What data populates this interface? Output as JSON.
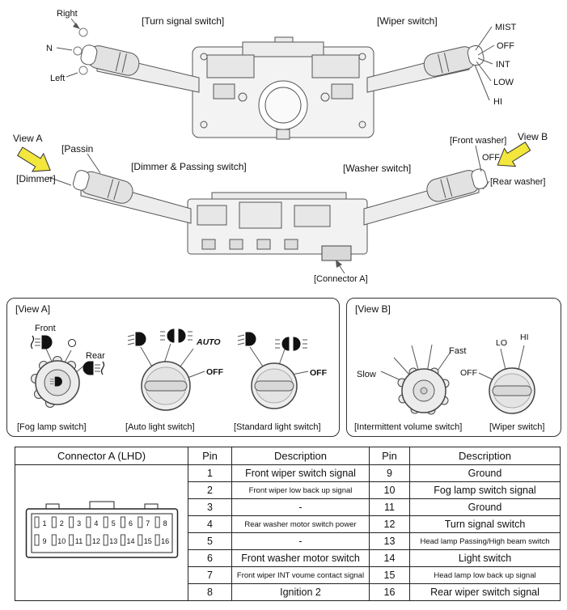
{
  "diagram": {
    "turn_signal_switch": "[Turn signal switch]",
    "wiper_switch": "[Wiper switch]",
    "right": "Right",
    "n": "N",
    "left": "Left",
    "wiper_positions": {
      "mist": "MIST",
      "off": "OFF",
      "int": "INT",
      "low": "LOW",
      "hi": "HI"
    },
    "view_a": "View A",
    "view_b": "View B",
    "passing": "[Passin",
    "dimmer": "[Dimmer]",
    "dimmer_passing_switch": "[Dimmer & Passing switch]",
    "washer_switch": "[Washer switch]",
    "front_washer": "[Front washer]",
    "washer_off": "OFF",
    "rear_washer": "[Rear washer]",
    "connector_a": "[Connector A]"
  },
  "view_a": {
    "title": "[View A]",
    "fog": {
      "front": "Front",
      "rear": "Rear",
      "label": "[Fog lamp switch]"
    },
    "auto_light": {
      "auto": "AUTO",
      "off": "OFF",
      "label": "[Auto light switch]"
    },
    "standard_light": {
      "off": "OFF",
      "label": "[Standard light switch]"
    }
  },
  "view_b": {
    "title": "[View B]",
    "intermittent": {
      "fast": "Fast",
      "slow": "Slow",
      "label": "[Intermittent volume switch]"
    },
    "wiper": {
      "off": "OFF",
      "lo": "LO",
      "hi": "HI",
      "label": "[Wiper switch]"
    }
  },
  "table": {
    "headers": {
      "connector": "Connector A (LHD)",
      "pin_left": "Pin",
      "desc_left": "Description",
      "pin_right": "Pin",
      "desc_right": "Description"
    },
    "pins_top": [
      "1",
      "2",
      "3",
      "4",
      "5",
      "6",
      "7",
      "8"
    ],
    "pins_bottom": [
      "9",
      "10",
      "11",
      "12",
      "13",
      "14",
      "15",
      "16"
    ],
    "rows": [
      {
        "pin_l": "1",
        "desc_l": "Front wiper switch signal",
        "pin_r": "9",
        "desc_r": "Ground"
      },
      {
        "pin_l": "2",
        "desc_l": "Front wiper low back up signal",
        "pin_r": "10",
        "desc_r": "Fog lamp switch signal"
      },
      {
        "pin_l": "3",
        "desc_l": "-",
        "pin_r": "11",
        "desc_r": "Ground"
      },
      {
        "pin_l": "4",
        "desc_l": "Rear washer motor switch power",
        "pin_r": "12",
        "desc_r": "Turn signal switch"
      },
      {
        "pin_l": "5",
        "desc_l": "-",
        "pin_r": "13",
        "desc_r": "Head lamp Passing/High beam switch"
      },
      {
        "pin_l": "6",
        "desc_l": "Front washer motor switch",
        "pin_r": "14",
        "desc_r": "Light switch"
      },
      {
        "pin_l": "7",
        "desc_l": "Front wiper INT voume contact signal",
        "pin_r": "15",
        "desc_r": "Head lamp low back up signal"
      },
      {
        "pin_l": "8",
        "desc_l": "Ignition 2",
        "pin_r": "16",
        "desc_r": "Rear wiper switch signal"
      }
    ]
  },
  "colors": {
    "arrow_yellow": "#f3e63c",
    "stroke": "#555555"
  }
}
